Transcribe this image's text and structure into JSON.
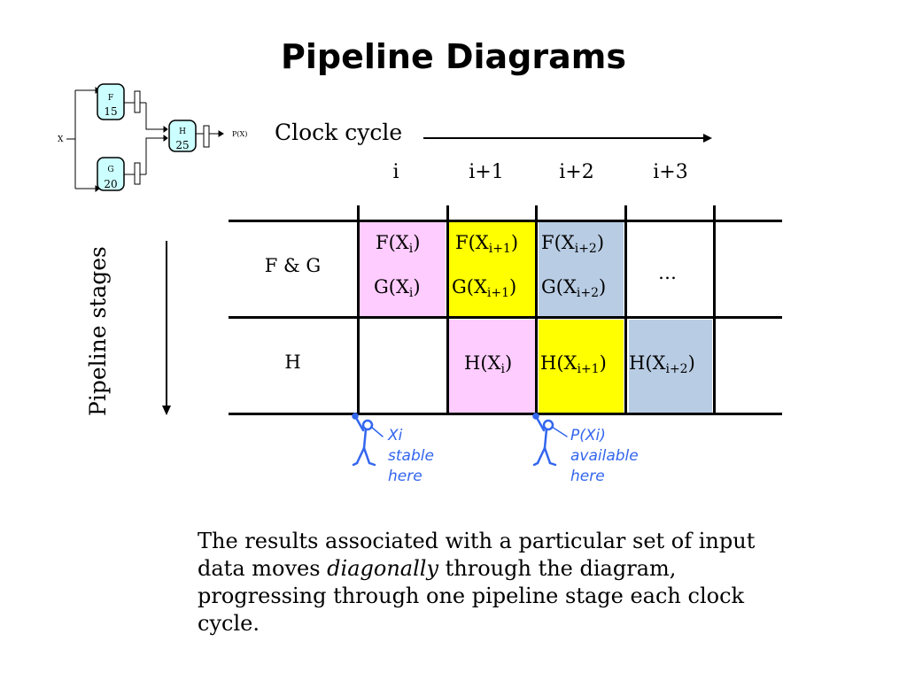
{
  "title": "Pipeline Diagrams",
  "circuit": {
    "input_label": "X",
    "output_label": "P(X)",
    "blocks": [
      {
        "name": "F",
        "delay": "15"
      },
      {
        "name": "G",
        "delay": "20"
      },
      {
        "name": "H",
        "delay": "25"
      }
    ],
    "block_color": "#ccffff"
  },
  "clock": {
    "label": "Clock cycle",
    "cycles": [
      "i",
      "i+1",
      "i+2",
      "i+3"
    ]
  },
  "stages_label": "Pipeline stages",
  "stages": [
    {
      "label": "F & G"
    },
    {
      "label": "H"
    }
  ],
  "cells": {
    "fg": [
      {
        "top": {
          "base": "F(X",
          "sub": "i",
          "tail": ")"
        },
        "bottom": {
          "base": "G(X",
          "sub": "i",
          "tail": ")"
        },
        "color": "#ffccff"
      },
      {
        "top": {
          "base": "F(X",
          "sub": "i+1",
          "tail": ")"
        },
        "bottom": {
          "base": "G(X",
          "sub": "i+1",
          "tail": ")"
        },
        "color": "#ffff00"
      },
      {
        "top": {
          "base": "F(X",
          "sub": "i+2",
          "tail": ")"
        },
        "bottom": {
          "base": "G(X",
          "sub": "i+2",
          "tail": ")"
        },
        "color": "#b8cce4"
      },
      {
        "ellipsis": "…"
      }
    ],
    "h": [
      {
        "empty": true
      },
      {
        "text": {
          "base": "H(X",
          "sub": "i",
          "tail": ")"
        },
        "color": "#ffccff"
      },
      {
        "text": {
          "base": "H(X",
          "sub": "i+1",
          "tail": ")"
        },
        "color": "#ffff00"
      },
      {
        "text": {
          "base": "H(X",
          "sub": "i+2",
          "tail": ")"
        },
        "color": "#b8cce4"
      }
    ]
  },
  "notes": [
    {
      "lines": [
        "Xi",
        "stable",
        "here"
      ]
    },
    {
      "lines": [
        "P(Xi)",
        "available",
        "here"
      ]
    }
  ],
  "note_color": "#3366ee",
  "paragraph": {
    "before": "The results associated with a particular set of input data moves ",
    "emphasis": "diagonally",
    "after": " through the diagram, progressing through one pipeline stage each clock cycle."
  }
}
